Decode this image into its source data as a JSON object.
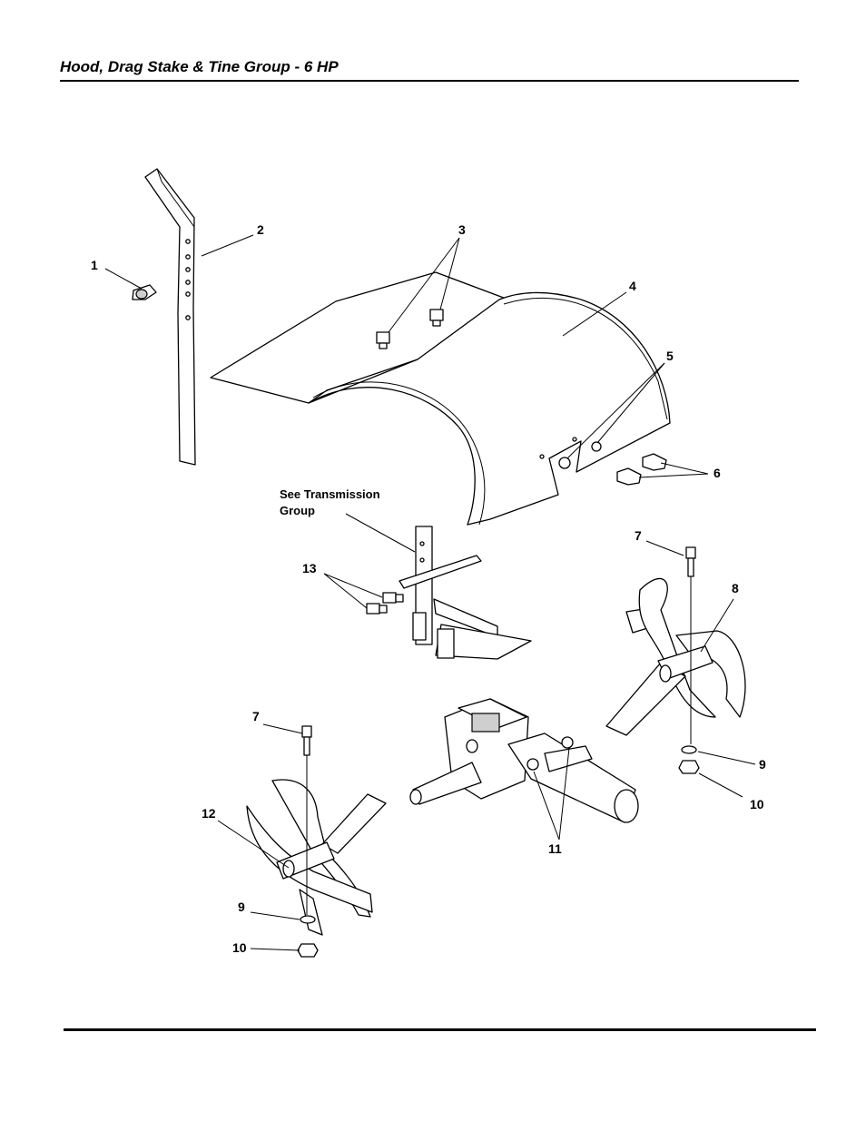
{
  "page": {
    "title": "Hood, Drag Stake & Tine Group - 6 HP"
  },
  "diagram": {
    "note_line1": "See Transmission",
    "note_line2": "Group",
    "callouts": {
      "c1": "1",
      "c2": "2",
      "c3": "3",
      "c4": "4",
      "c5": "5",
      "c6": "6",
      "c7a": "7",
      "c8": "8",
      "c13": "13",
      "c7b": "7",
      "c12": "12",
      "c9a": "9",
      "c10a": "10",
      "c11": "11",
      "c9b": "9",
      "c10b": "10"
    }
  }
}
